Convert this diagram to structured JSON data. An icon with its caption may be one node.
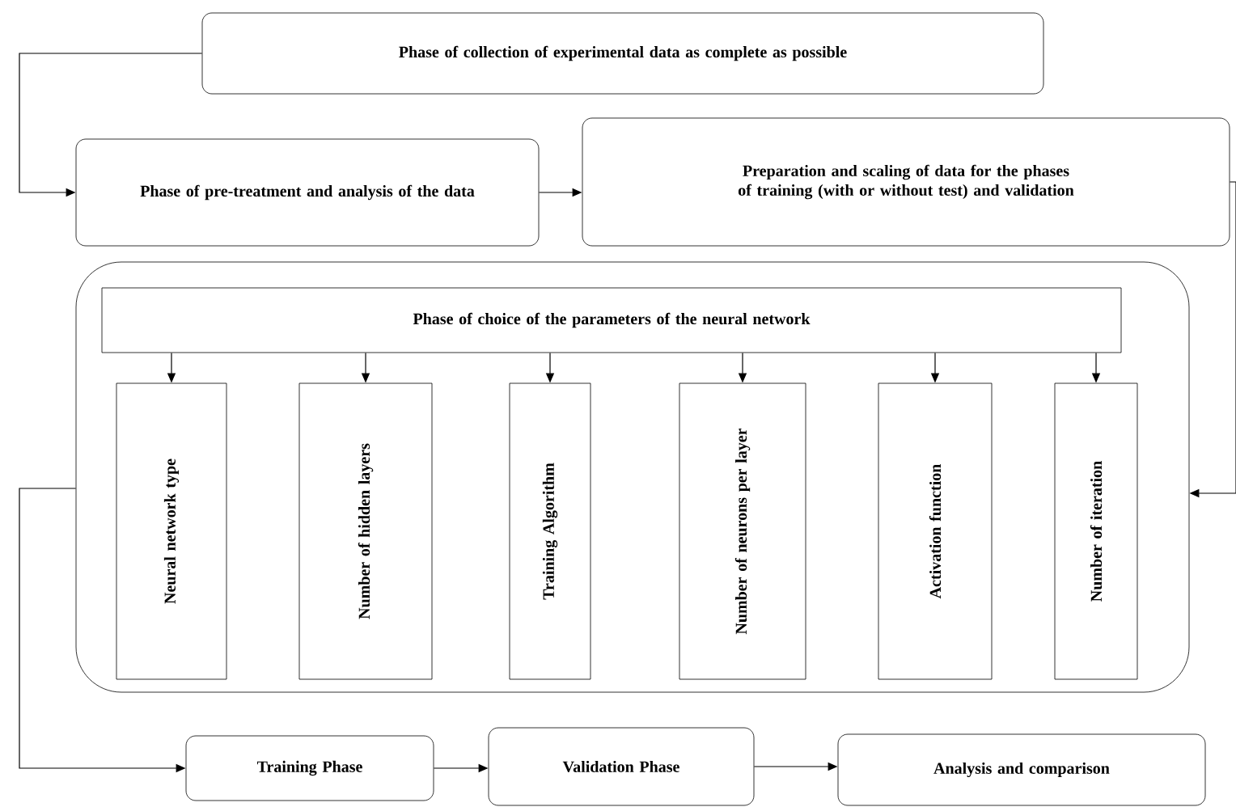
{
  "diagram": {
    "nodes": [
      {
        "text": [
          "Phase of collection of experimental data as complete as possible"
        ]
      },
      {
        "text": [
          "Phase of pre-treatment and analysis of the data"
        ]
      },
      {
        "text": [
          "Preparation and scaling of data for the phases of training (with or without test) and validation"
        ]
      },
      {
        "text": [],
        "shape": "box"
      },
      {
        "text": [
          "Phase of choice of the parameters of the neural network"
        ],
        "in": 3
      },
      {
        "text": [
          "Neural network type"
        ],
        "in": 3
      },
      {
        "text": [
          "Number of hidden layers"
        ],
        "in": 3
      },
      {
        "text": [
          "Training Algorithm"
        ],
        "in": 3
      },
      {
        "text": [
          "Number of neurons per layer"
        ],
        "in": 3
      },
      {
        "text": [
          "Activation function"
        ],
        "in": 3
      },
      {
        "text": [
          "Number of iteration"
        ],
        "in": 3
      },
      {
        "text": [
          "Training Phase"
        ]
      },
      {
        "text": [
          "Validation Phase"
        ]
      },
      {
        "text": [
          "Analysis and comparison"
        ]
      }
    ],
    "edges": [
      {
        "from": 0,
        "to": 1,
        "arrow": "to"
      },
      {
        "from": 1,
        "to": 2,
        "arrow": "to"
      },
      {
        "from": 2,
        "to": 3,
        "arrow": "to"
      },
      {
        "from": 4,
        "to": 5,
        "arrow": "to"
      },
      {
        "from": 4,
        "to": 6,
        "arrow": "to"
      },
      {
        "from": 4,
        "to": 7,
        "arrow": "to"
      },
      {
        "from": 4,
        "to": 8,
        "arrow": "to"
      },
      {
        "from": 4,
        "to": 9,
        "arrow": "to"
      },
      {
        "from": 4,
        "to": 10,
        "arrow": "to"
      },
      {
        "from": 3,
        "to": 11,
        "arrow": "to"
      },
      {
        "from": 11,
        "to": 12,
        "arrow": "to"
      },
      {
        "from": 12,
        "to": 13,
        "arrow": "to"
      }
    ]
  }
}
